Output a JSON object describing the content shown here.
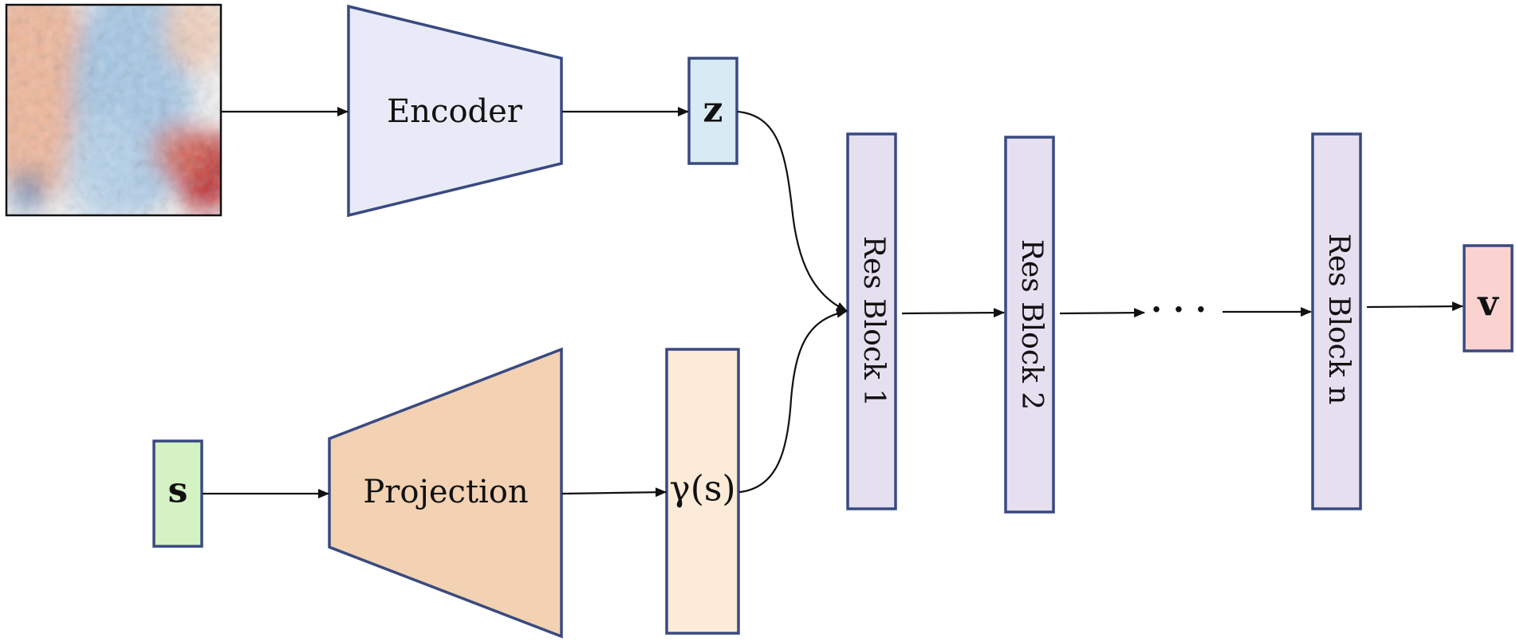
{
  "input_image": {
    "colormap": [
      "#2f6fb0",
      "#9cc3e6",
      "#f2f2f2",
      "#f0b090",
      "#b5121b"
    ]
  },
  "encoder": {
    "label": "Encoder",
    "fill": "#e8ebf7"
  },
  "latent_z": {
    "label": "z",
    "fill": "#d8eaf3"
  },
  "input_s": {
    "label": "s",
    "fill": "#d5f2c4"
  },
  "projection": {
    "label": "Projection",
    "fill": "#f2d2b2"
  },
  "gamma_s": {
    "label": "γ(s)",
    "fill": "#fbebd8"
  },
  "res_blocks": [
    {
      "label": "Res Block 1"
    },
    {
      "label": "Res Block 2"
    },
    {
      "label": "Res Block n"
    }
  ],
  "ellipsis": "· · ·",
  "output_v": {
    "label": "v",
    "fill": "#fad3d0"
  },
  "colors": {
    "stroke": "#3a4a80",
    "res_fill": "#e5dff0",
    "arrow": "#111111"
  }
}
